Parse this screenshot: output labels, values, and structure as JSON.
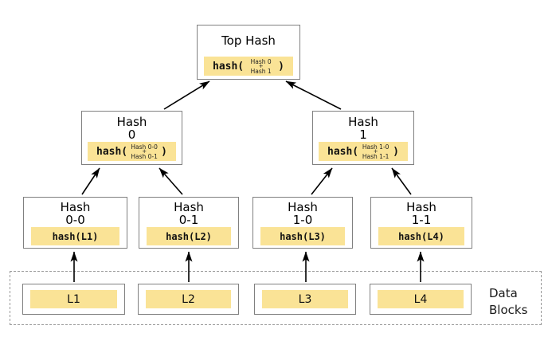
{
  "colors": {
    "highlight": "#FAE396",
    "box_border": "#808080",
    "dashed_border": "#999999",
    "arrow": "#000000",
    "background": "#FFFFFF"
  },
  "nodes": {
    "top_hash": {
      "title": "Top Hash",
      "fn_open": "hash(",
      "operand_top": "Hash 0",
      "operator": "+",
      "operand_bottom": "Hash 1",
      "fn_close": ")"
    },
    "hash_0": {
      "title_line1": "Hash",
      "title_line2": "0",
      "fn_open": "hash(",
      "operand_top": "Hash 0-0",
      "operator": "+",
      "operand_bottom": "Hash 0-1",
      "fn_close": ")"
    },
    "hash_1": {
      "title_line1": "Hash",
      "title_line2": "1",
      "fn_open": "hash(",
      "operand_top": "Hash 1-0",
      "operator": "+",
      "operand_bottom": "Hash 1-1",
      "fn_close": ")"
    },
    "hash_0_0": {
      "title_line1": "Hash",
      "title_line2": "0-0",
      "hash_label": "hash(L1)"
    },
    "hash_0_1": {
      "title_line1": "Hash",
      "title_line2": "0-1",
      "hash_label": "hash(L2)"
    },
    "hash_1_0": {
      "title_line1": "Hash",
      "title_line2": "1-0",
      "hash_label": "hash(L3)"
    },
    "hash_1_1": {
      "title_line1": "Hash",
      "title_line2": "1-1",
      "hash_label": "hash(L4)"
    }
  },
  "data_blocks": {
    "label_line1": "Data",
    "label_line2": "Blocks",
    "l1": "L1",
    "l2": "L2",
    "l3": "L3",
    "l4": "L4"
  }
}
